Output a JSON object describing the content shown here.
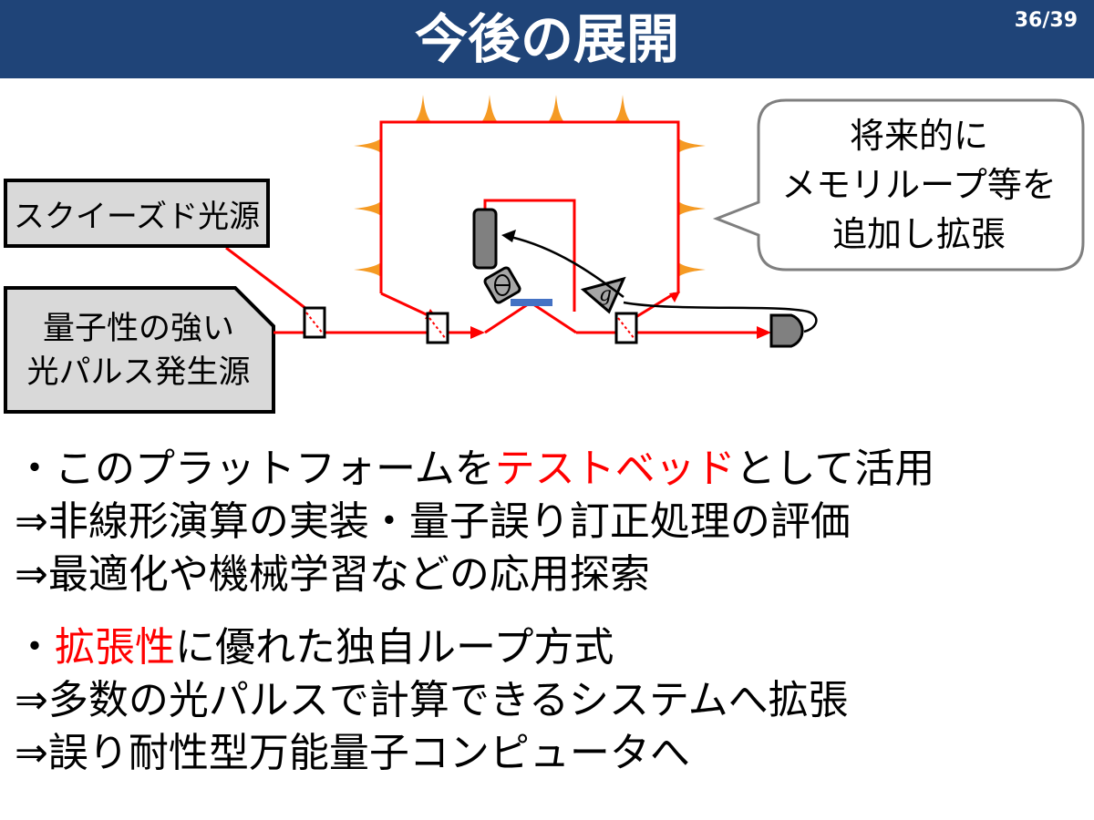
{
  "slide": {
    "title": "今後の展開",
    "page": "36/39"
  },
  "diagram": {
    "squeezed_source": "スクイーズド光源",
    "pulse_source": [
      "量子性の強い",
      "光パルス発生源"
    ],
    "callout": [
      "将来的に",
      "メモリループ等を",
      "追加し拡張"
    ],
    "phase_symbol": "θ",
    "gain_symbol": "g",
    "colors": {
      "beam": "#ff0000",
      "loss_spikes": "#f59a23",
      "component": "#808080",
      "header": "#1f4478"
    }
  },
  "bullets": {
    "b1_prefix": "・このプラットフォームを",
    "b1_highlight": "テストベッド",
    "b1_suffix": "として活用",
    "b2": "⇒非線形演算の実装・量子誤り訂正処理の評価",
    "b3": "⇒最適化や機械学習などの応用探索",
    "b4_prefix": "・",
    "b4_highlight": "拡張性",
    "b4_suffix": "に優れた独自ループ方式",
    "b5": "⇒多数の光パルスで計算できるシステムへ拡張",
    "b6": "⇒誤り耐性型万能量子コンピュータへ"
  }
}
